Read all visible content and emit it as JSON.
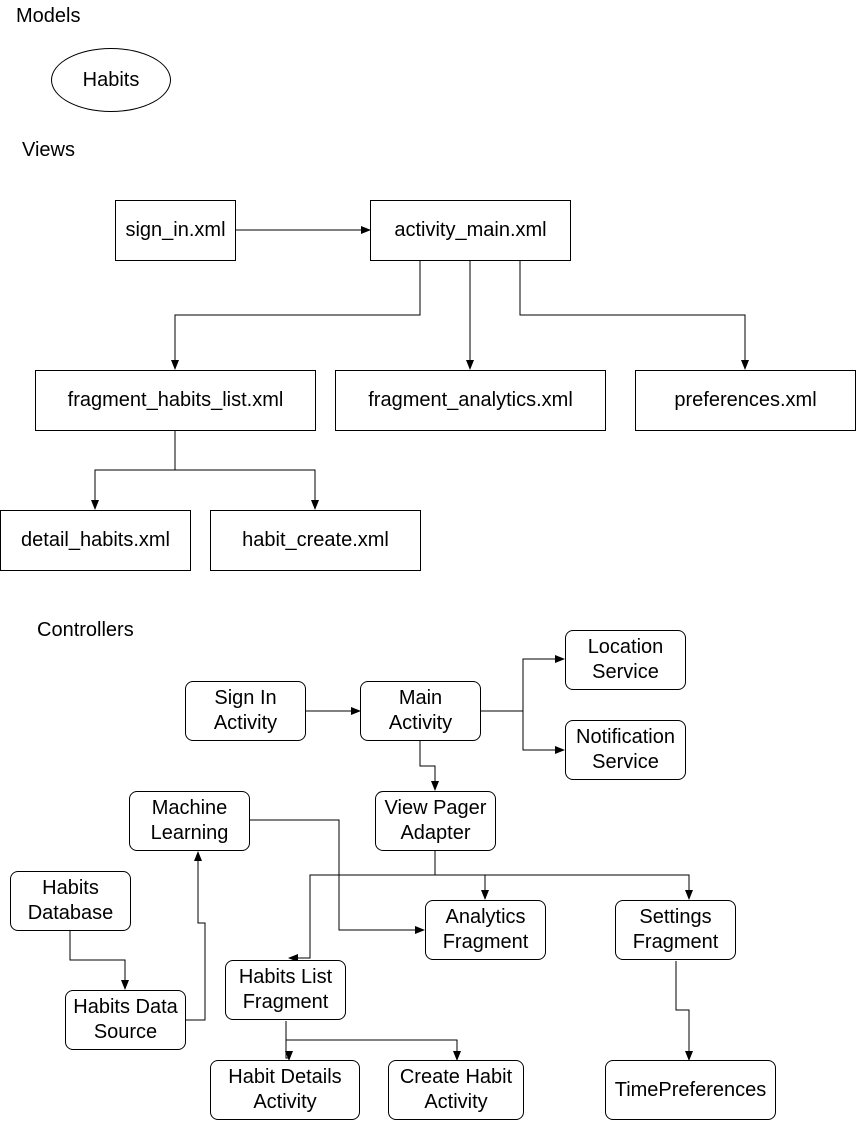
{
  "sections": {
    "models": "Models",
    "views": "Views",
    "controllers": "Controllers"
  },
  "models": {
    "habits": "Habits"
  },
  "views": {
    "sign_in": "sign_in.xml",
    "activity_main": "activity_main.xml",
    "fragment_habits_list": "fragment_habits_list.xml",
    "fragment_analytics": "fragment_analytics.xml",
    "preferences": "preferences.xml",
    "detail_habits": "detail_habits.xml",
    "habit_create": "habit_create.xml"
  },
  "controllers": {
    "sign_in_activity": "Sign In\nActivity",
    "main_activity": "Main\nActivity",
    "location_service": "Location\nService",
    "notification_service": "Notification\nService",
    "machine_learning": "Machine\nLearning",
    "view_pager_adapter": "View Pager\nAdapter",
    "habits_database": "Habits\nDatabase",
    "analytics_fragment": "Analytics\nFragment",
    "settings_fragment": "Settings\nFragment",
    "habits_list_fragment": "Habits List\nFragment",
    "habits_data_source": "Habits Data\nSource",
    "habit_details_activity": "Habit Details\nActivity",
    "create_habit_activity": "Create Habit\nActivity",
    "time_preferences": "TimePreferences"
  }
}
